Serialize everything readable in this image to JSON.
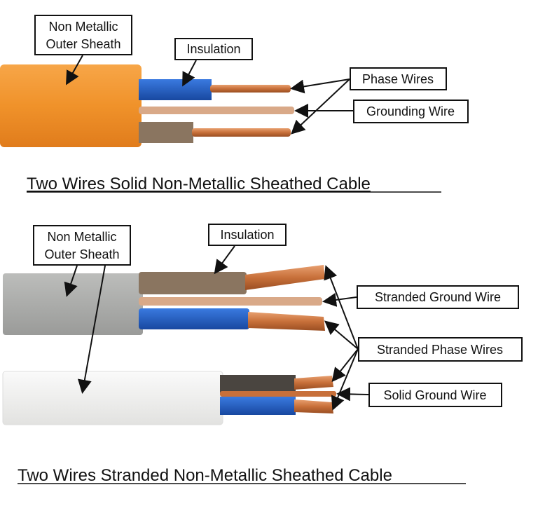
{
  "top_diagram": {
    "labels": {
      "sheath_line1": "Non Metallic",
      "sheath_line2": "Outer Sheath",
      "insulation": "Insulation",
      "phase_wires": "Phase Wires",
      "grounding_wire": "Grounding Wire"
    },
    "title": "Two Wires Solid Non-Metallic Sheathed Cable"
  },
  "bottom_diagram": {
    "labels": {
      "sheath_line1": "Non Metallic",
      "sheath_line2": "Outer Sheath",
      "insulation": "Insulation",
      "stranded_ground_wire": "Stranded Ground Wire",
      "stranded_phase_wires": "Stranded Phase Wires",
      "solid_ground_wire": "Solid Ground Wire"
    },
    "title": "Two Wires Stranded Non-Metallic Sheathed Cable"
  },
  "colors": {
    "orange_sheath": "#f0922a",
    "gray_sheath": "#a9aaa8",
    "white_sheath": "#f2f2f0",
    "blue": "#1f5fc0",
    "brown": "#8a7560",
    "copper": "#c8703a"
  }
}
